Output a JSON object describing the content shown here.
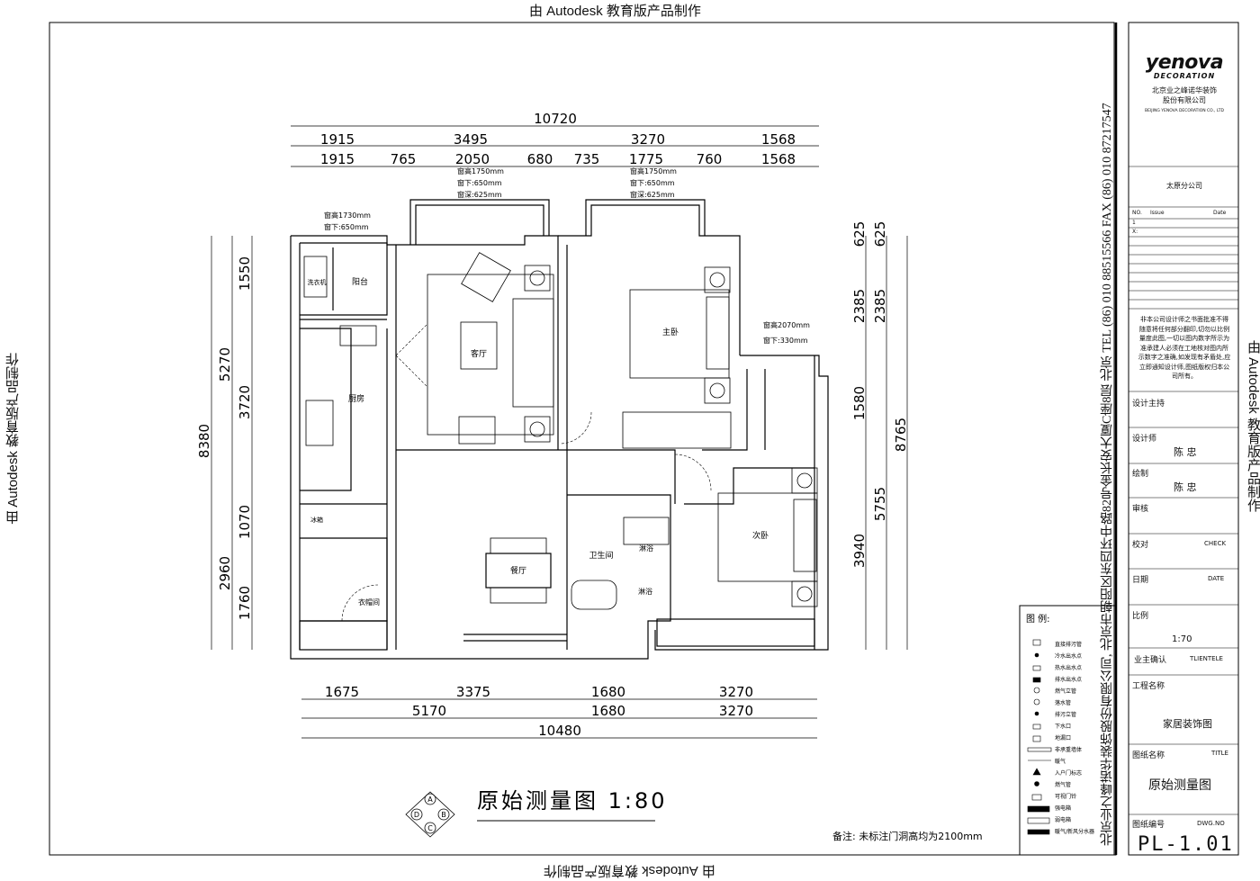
{
  "watermark": "由 Autodesk 教育版产品制作",
  "plan": {
    "title": "原始测量图 1:80",
    "note": "备注: 未标注门洞高均为2100mm",
    "north_letters": [
      "A",
      "B",
      "C",
      "D"
    ],
    "rooms": {
      "living": "客厅",
      "master": "主卧",
      "second": "次卧",
      "kitchen": "厨房",
      "balcony": "阳台",
      "washer": "洗衣机",
      "fridge": "冰箱",
      "dining": "餐厅",
      "wardrobe": "衣帽间",
      "bath": "卫生间",
      "tub": "淋浴",
      "shower": "淋浴"
    },
    "window_notes": {
      "living": [
        "窗高1750mm",
        "窗下:650mm",
        "窗深:625mm"
      ],
      "master": [
        "窗高1750mm",
        "窗下:650mm",
        "窗深:625mm"
      ],
      "balcony": [
        "窗高1730mm",
        "窗下:650mm"
      ],
      "bay": [
        "窗高2070mm",
        "窗下:330mm"
      ]
    },
    "dims_top": {
      "total": "10720",
      "row1": [
        "1915",
        "3495",
        "3270",
        "1568"
      ],
      "row2": [
        "1915",
        "765",
        "2050",
        "680",
        "735",
        "1775",
        "760",
        "1568"
      ]
    },
    "dims_bottom": {
      "total": "10480",
      "row1": [
        "1675",
        "3375",
        "1680",
        "3270"
      ],
      "row2": [
        "5170",
        "1680",
        "3270"
      ]
    },
    "dims_left": {
      "total": "8380",
      "outer": [
        "5270",
        "2960"
      ],
      "inner": [
        "1550",
        "3720",
        "1070",
        "1760"
      ]
    },
    "dims_right": {
      "total": "8765",
      "col1": [
        "625",
        "2385",
        "1580",
        "3940"
      ],
      "col2": [
        "625",
        "2385",
        "5755"
      ]
    }
  },
  "legend": {
    "title": "图 例:",
    "items": [
      "直接排污管",
      "冷水出水点",
      "热水出水点",
      "排水出水点",
      "燃气立管",
      "落水管",
      "排污立管",
      "下水口",
      "地漏口",
      "非承重墙体",
      "暖气",
      "入户门标志",
      "燃气管",
      "可视门铃",
      "强电箱",
      "弱电箱",
      "暖气/新风分水器"
    ]
  },
  "titleblock": {
    "brand": "yenova",
    "brand_sub": "DECORATION",
    "company": "北京业之峰诺华装饰",
    "company2": "股份有限公司",
    "company_en": "BEIJING YENOVA DECORATION CO., LTD",
    "vertical_address": "北京业之峰诺华装饰股份有限公司, 北京市朝阳区东四环中路82号金长安大厦C座8层 北京 TEL (86) 010 88515566 FAX (86) 010 87217547",
    "branch": "太原分公司",
    "no_label": "NO.",
    "issue_label": "Issue",
    "date_label": "Date",
    "row_marks": [
      "1",
      "X:"
    ],
    "disclaimer": "非本公司设计师之书面批准不得随意将任何部分翻印,切勿以比例量度此图,一切以图内数字所示为准承建人必须在工地核对图内所示数字之准确,如发现有矛盾处,应立即通知设计师,图纸版权归本公司所有。",
    "design_lead": "设计主持",
    "designer_label": "设计师",
    "designer": "陈 忠",
    "drawer_label": "绘制",
    "drawer": "陈 忠",
    "review_label": "审核",
    "check_label": "校对",
    "check_en": "CHECK",
    "date_cn": "日期",
    "date_en": "DATE",
    "scale_label": "比例",
    "scale": "1:70",
    "client_label": "业主确认",
    "client_en": "TLIENTELE",
    "project_label": "工程名称",
    "project": "家居装饰图",
    "drawing_label": "图纸名称",
    "drawing_en": "TITLE",
    "drawing": "原始测量图",
    "dwg_label": "图纸编号",
    "dwg_en": "DWG.NO",
    "dwg": "PL-1.01"
  }
}
